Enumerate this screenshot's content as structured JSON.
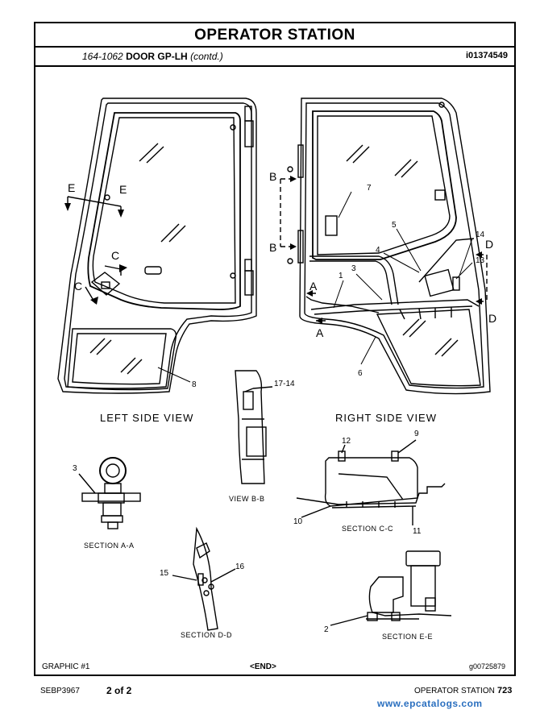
{
  "header": {
    "title": "OPERATOR STATION",
    "part_number": "164-1062",
    "part_name": "DOOR GP-LH",
    "contd": "(contd.)",
    "illustration_id": "i01374549"
  },
  "views": {
    "left_side": "LEFT SIDE VIEW",
    "right_side": "RIGHT SIDE VIEW",
    "view_bb": "VIEW B-B",
    "section_aa": "SECTION A-A",
    "section_cc": "SECTION C-C",
    "section_dd": "SECTION D-D",
    "section_ee": "SECTION E-E"
  },
  "callouts": {
    "c1": "1",
    "c2": "2",
    "c3": "3",
    "c3b": "3",
    "c4": "4",
    "c5": "5",
    "c6": "6",
    "c7": "7",
    "c8": "8",
    "c9": "9",
    "c10": "10",
    "c11": "11",
    "c12": "12",
    "c13": "13",
    "c14": "14",
    "c15": "15",
    "c16": "16",
    "c1714": "17-14"
  },
  "section_marks": {
    "e1": "E",
    "e2": "E",
    "c1": "C",
    "c2": "C",
    "b1": "B",
    "b2": "B",
    "a1": "A",
    "a2": "A",
    "d1": "D",
    "d2": "D"
  },
  "footer": {
    "graphic": "GRAPHIC #1",
    "end": "<END>",
    "graphic_id": "g00725879",
    "doc_id": "SEBP3967",
    "page_of": "2 of 2",
    "section": "OPERATOR STATION",
    "page_number": "723",
    "watermark": "www.epcatalogs.com"
  }
}
